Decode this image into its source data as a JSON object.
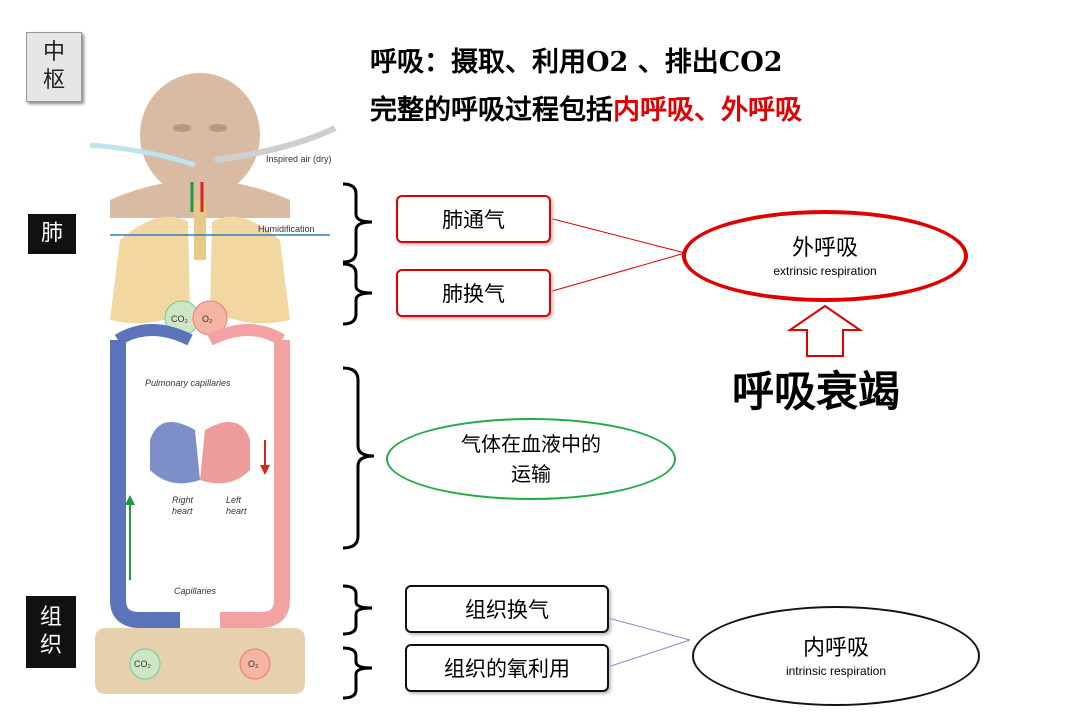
{
  "sidebar": {
    "center_label": [
      "中",
      "枢"
    ],
    "lung_label": "肺",
    "tissue_label": [
      "组",
      "织"
    ]
  },
  "header": {
    "line1": "呼吸：摄取、利用O2 、排出CO2",
    "line2_prefix": "完整的呼吸过程包括",
    "line2_highlight": "内呼吸、外呼吸"
  },
  "figure_labels": {
    "inspired_air": "Inspired air (dry)",
    "humidification": "Humidification",
    "co2": "CO₂",
    "o2": "O₂",
    "pulmonary_capillaries": "Pulmonary capillaries",
    "right_heart": [
      "Right",
      "heart"
    ],
    "left_heart": [
      "Left",
      "heart"
    ],
    "capillaries": "Capillaries"
  },
  "steps": {
    "pulmonary_ventilation": "肺通气",
    "pulmonary_exchange": "肺换气",
    "blood_transport": [
      "气体在血液中的",
      "运输"
    ],
    "tissue_exchange": "组织换气",
    "tissue_utilization": "组织的氧利用"
  },
  "external": {
    "label": "外呼吸",
    "english": "extrinsic respiration"
  },
  "internal": {
    "label": "内呼吸",
    "english": "intrinsic respiration"
  },
  "respiratory_failure": "呼吸衰竭",
  "colors": {
    "accent_red": "#e00000",
    "oval_green": "#22aa44",
    "venous_blue": "#4a63a8",
    "arterial_red": "#e06a6a",
    "skin": "#d9bba3",
    "lung": "#f2d7a0"
  }
}
